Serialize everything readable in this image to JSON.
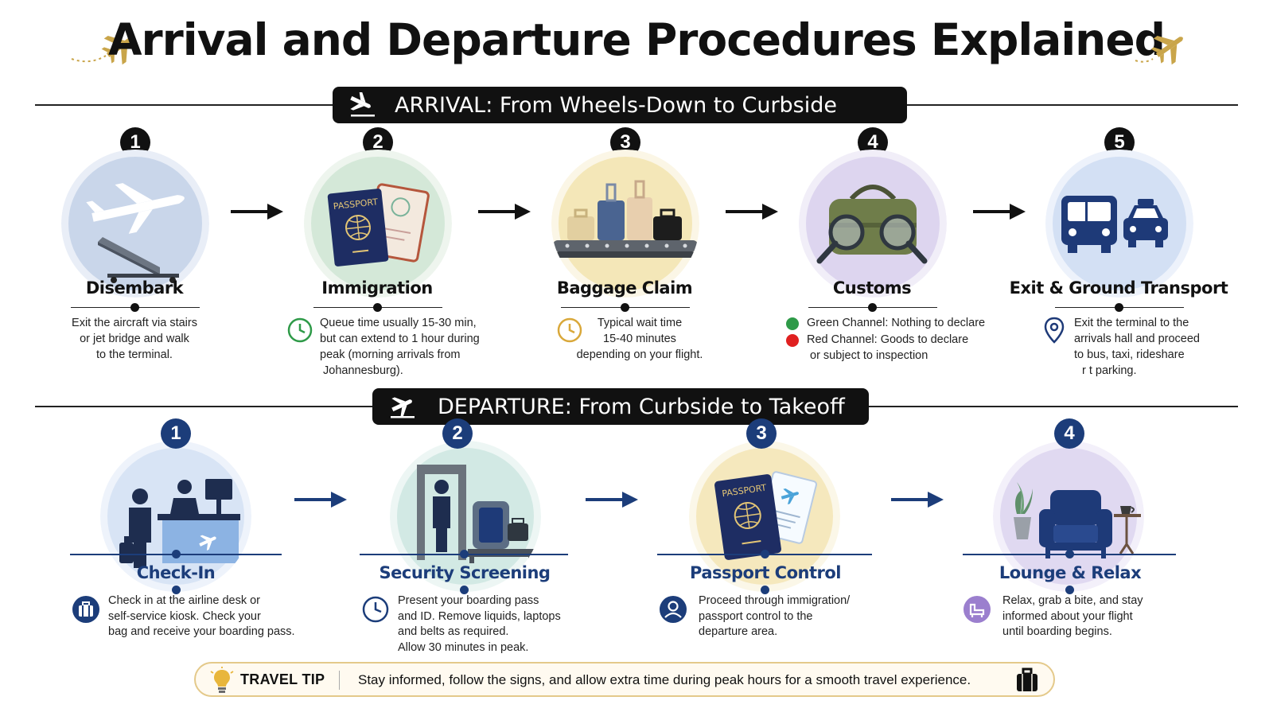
{
  "title": "Arrival and Departure Procedures Explained",
  "colors": {
    "accent_navy": "#1c3d7a",
    "dark": "#111111",
    "gold": "#c9a54a",
    "green": "#2e9a48",
    "red": "#e02020"
  },
  "arrival": {
    "banner": "ARRIVAL: From Wheels-Down to Curbside",
    "banner_icon": "plane-landing-icon",
    "steps": [
      {
        "num": "1",
        "title": "Disembark",
        "icon": "plane-stairs-icon",
        "desc": [
          "Exit the aircraft via stairs",
          "or jet bridge and walk",
          "to the terminal."
        ]
      },
      {
        "num": "2",
        "title": "Immigration",
        "icon": "passport-icon",
        "desc_icon": "clock-icon",
        "desc": [
          "Queue time usually 15-30 min,",
          "but can extend to 1 hour during",
          "peak (morning arrivals from",
          "Johannesburg)."
        ]
      },
      {
        "num": "3",
        "title": "Baggage Claim",
        "icon": "baggage-carousel-icon",
        "desc_icon": "clock-icon",
        "desc": [
          "Typical wait time",
          "15-40 minutes",
          "depending on your flight."
        ]
      },
      {
        "num": "4",
        "title": "Customs",
        "icon": "bag-inspection-icon",
        "green_channel": "Green Channel: Nothing to declare",
        "red_channel": "Red Channel: Goods to declare",
        "red_channel_2": "or subject to inspection"
      },
      {
        "num": "5",
        "title": "Exit & Ground Transport",
        "icon": "bus-taxi-icon",
        "desc_icon": "location-pin-icon",
        "desc": [
          "Exit the terminal to the",
          "arrivals hall and proceed",
          "to bus, taxi, rideshare",
          "r t parking."
        ]
      }
    ]
  },
  "departure": {
    "banner": "DEPARTURE: From Curbside to Takeoff",
    "banner_icon": "plane-takeoff-icon",
    "steps": [
      {
        "num": "1",
        "title": "Check-In",
        "icon": "check-in-desk-icon",
        "desc_icon": "luggage-icon",
        "desc": [
          "Check in at the airline desk or",
          "self-service kiosk. Check your",
          "bag and receive your boarding pass."
        ]
      },
      {
        "num": "2",
        "title": "Security Screening",
        "icon": "security-scanner-icon",
        "desc_icon": "clock-icon",
        "desc": [
          "Present your boarding pass",
          "and ID. Remove liquids, laptops",
          "and belts as required.",
          "Allow 30 minutes in peak."
        ]
      },
      {
        "num": "3",
        "title": "Passport Control",
        "icon": "passport-ticket-icon",
        "desc_icon": "person-icon",
        "desc": [
          "Proceed through immigration/",
          "passport control to the",
          "departure area."
        ]
      },
      {
        "num": "4",
        "title": "Lounge & Relax",
        "icon": "armchair-icon",
        "desc_icon": "lounge-chair-icon",
        "desc": [
          "Relax, grab a bite, and stay",
          "informed about your flight",
          "until boarding begins."
        ]
      }
    ]
  },
  "tip": {
    "label": "TRAVEL TIP",
    "text": "Stay informed, follow the signs, and allow extra time during peak hours for a smooth travel experience.",
    "bulb_icon": "lightbulb-icon",
    "bag_icon": "suitcase-icon"
  }
}
